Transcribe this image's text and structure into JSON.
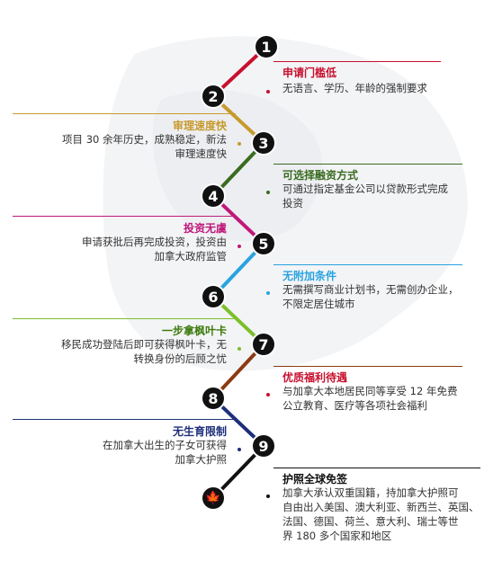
{
  "nodes": [
    "1",
    "2",
    "3",
    "4",
    "5",
    "6",
    "7",
    "8",
    "9"
  ],
  "final_icon": "maple-leaf-icon",
  "colors": {
    "red": "#c8102e",
    "gold": "#c79a2d",
    "green": "#3a6b1f",
    "magenta": "#c0187a",
    "blue": "#29a3e0",
    "lime": "#7cbf2b",
    "brown": "#8b3a12",
    "navy": "#1d2f7a",
    "black": "#111111"
  },
  "items": [
    {
      "title": "申请门槛低",
      "desc": [
        "无语言、学历、年龄的强制要求"
      ],
      "color": "#c8102e"
    },
    {
      "title": "审理速度快",
      "desc": [
        "项目 30 余年历史，成熟稳定，新法",
        "审理速度快"
      ],
      "color": "#c79a2d"
    },
    {
      "title": "可选择融资方式",
      "desc": [
        "可通过指定基金公司以贷款形式完成",
        "投资"
      ],
      "color": "#3a6b1f"
    },
    {
      "title": "投资无虞",
      "desc": [
        "申请获批后再完成投资，投资由",
        "加拿大政府监管"
      ],
      "color": "#c0187a"
    },
    {
      "title": "无附加条件",
      "desc": [
        "无需撰写商业计划书，无需创办企业，",
        "不限定居住城市"
      ],
      "color": "#29a3e0"
    },
    {
      "title": "一步拿枫叶卡",
      "desc": [
        "移民成功登陆后即可获得枫叶卡，无",
        "转换身份的后顾之忧"
      ],
      "color": "#7cbf2b"
    },
    {
      "title": "优质福利待遇",
      "desc": [
        "与加拿大本地居民同等享受 12 年免费",
        "公立教育、医疗等各项社会福利"
      ],
      "color": "#8b3a12"
    },
    {
      "title": "无生育限制",
      "desc": [
        "在加拿大出生的子女可获得",
        "加拿大护照"
      ],
      "color": "#1d2f7a"
    },
    {
      "title": "护照全球免签",
      "desc": [
        "加拿大承认双重国籍，持加拿大护照可",
        "自由出入美国、澳大利亚、新西兰、英国、",
        "法国、德国、荷兰、意大利、瑞士等世",
        "界 180 多个国家和地区"
      ],
      "color": "#111111"
    }
  ]
}
